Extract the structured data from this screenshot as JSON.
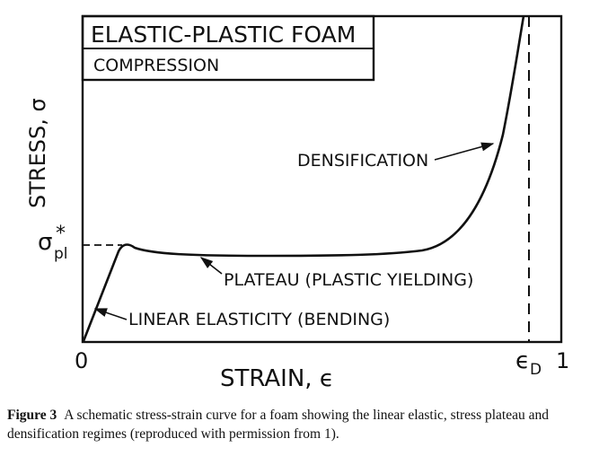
{
  "figure": {
    "title_box": {
      "line1": "ELASTIC-PLASTIC FOAM",
      "line2": "COMPRESSION"
    },
    "axes": {
      "y_label": "STRESS, σ",
      "x_label": "STRAIN, ϵ",
      "x_tick_zero": "0",
      "x_tick_one": "1",
      "x_tick_densification": {
        "symbol": "ϵ",
        "subscript": "D"
      },
      "y_tick_plateau": {
        "symbol": "σ",
        "superscript": "*",
        "subscript": "pl"
      }
    },
    "annotations": {
      "densification": "DENSIFICATION",
      "plateau": "PLATEAU (PLASTIC YIELDING)",
      "linear": "LINEAR ELASTICITY (BENDING)"
    }
  },
  "caption": {
    "figure_number": "Figure 3",
    "text": "A schematic stress-strain curve for a foam showing the linear elastic, stress plateau and densification regimes (reproduced with permission from 1)."
  }
}
